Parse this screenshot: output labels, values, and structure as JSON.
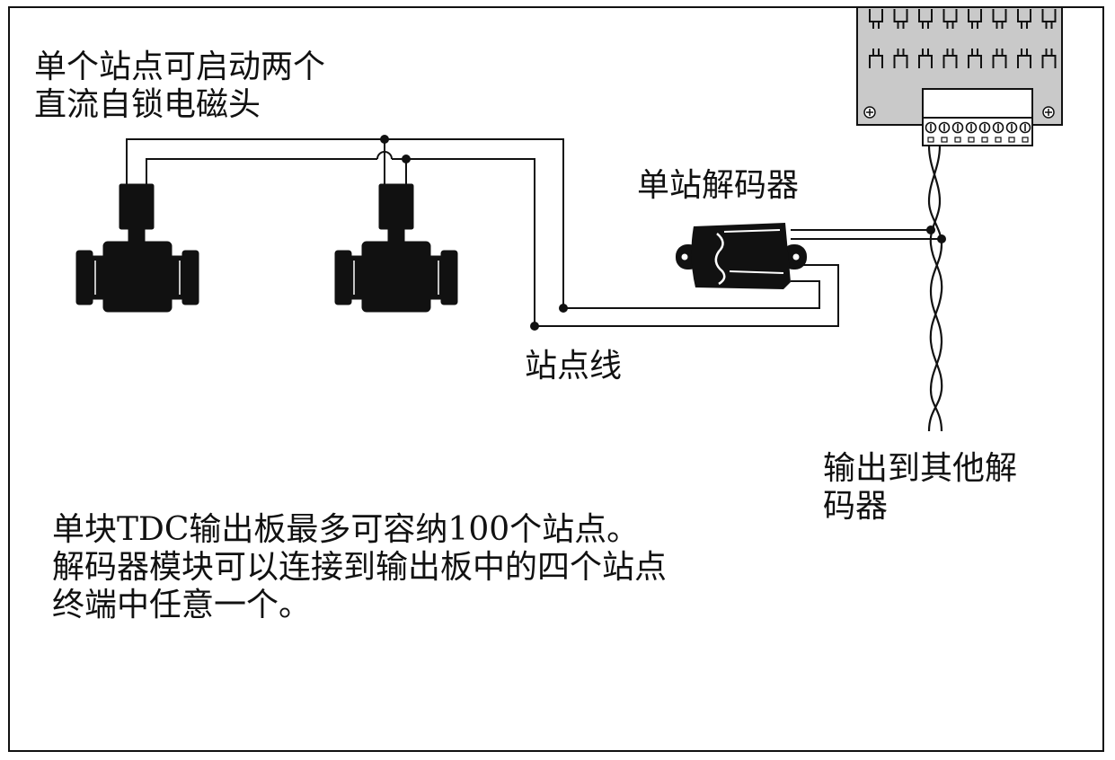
{
  "title": {
    "line1": "单个站点可启动两个",
    "line2": "直流自锁电磁头"
  },
  "decoder_label": "单站解码器",
  "station_line_label": "站点线",
  "output_label": {
    "line1": "输出到其他解",
    "line2": "码器"
  },
  "capacity_note": {
    "line1": "单块TDC输出板最多可容纳100个站点。",
    "line2": "解码器模块可以连接到输出板中的四个站点",
    "line3": "终端中任意一个。"
  },
  "colors": {
    "ink": "#111111",
    "board": "#c9c9c9",
    "background": "#ffffff"
  },
  "icons": [
    "valve-icon",
    "decoder-icon",
    "output-board-icon",
    "terminal-screw-icon"
  ]
}
